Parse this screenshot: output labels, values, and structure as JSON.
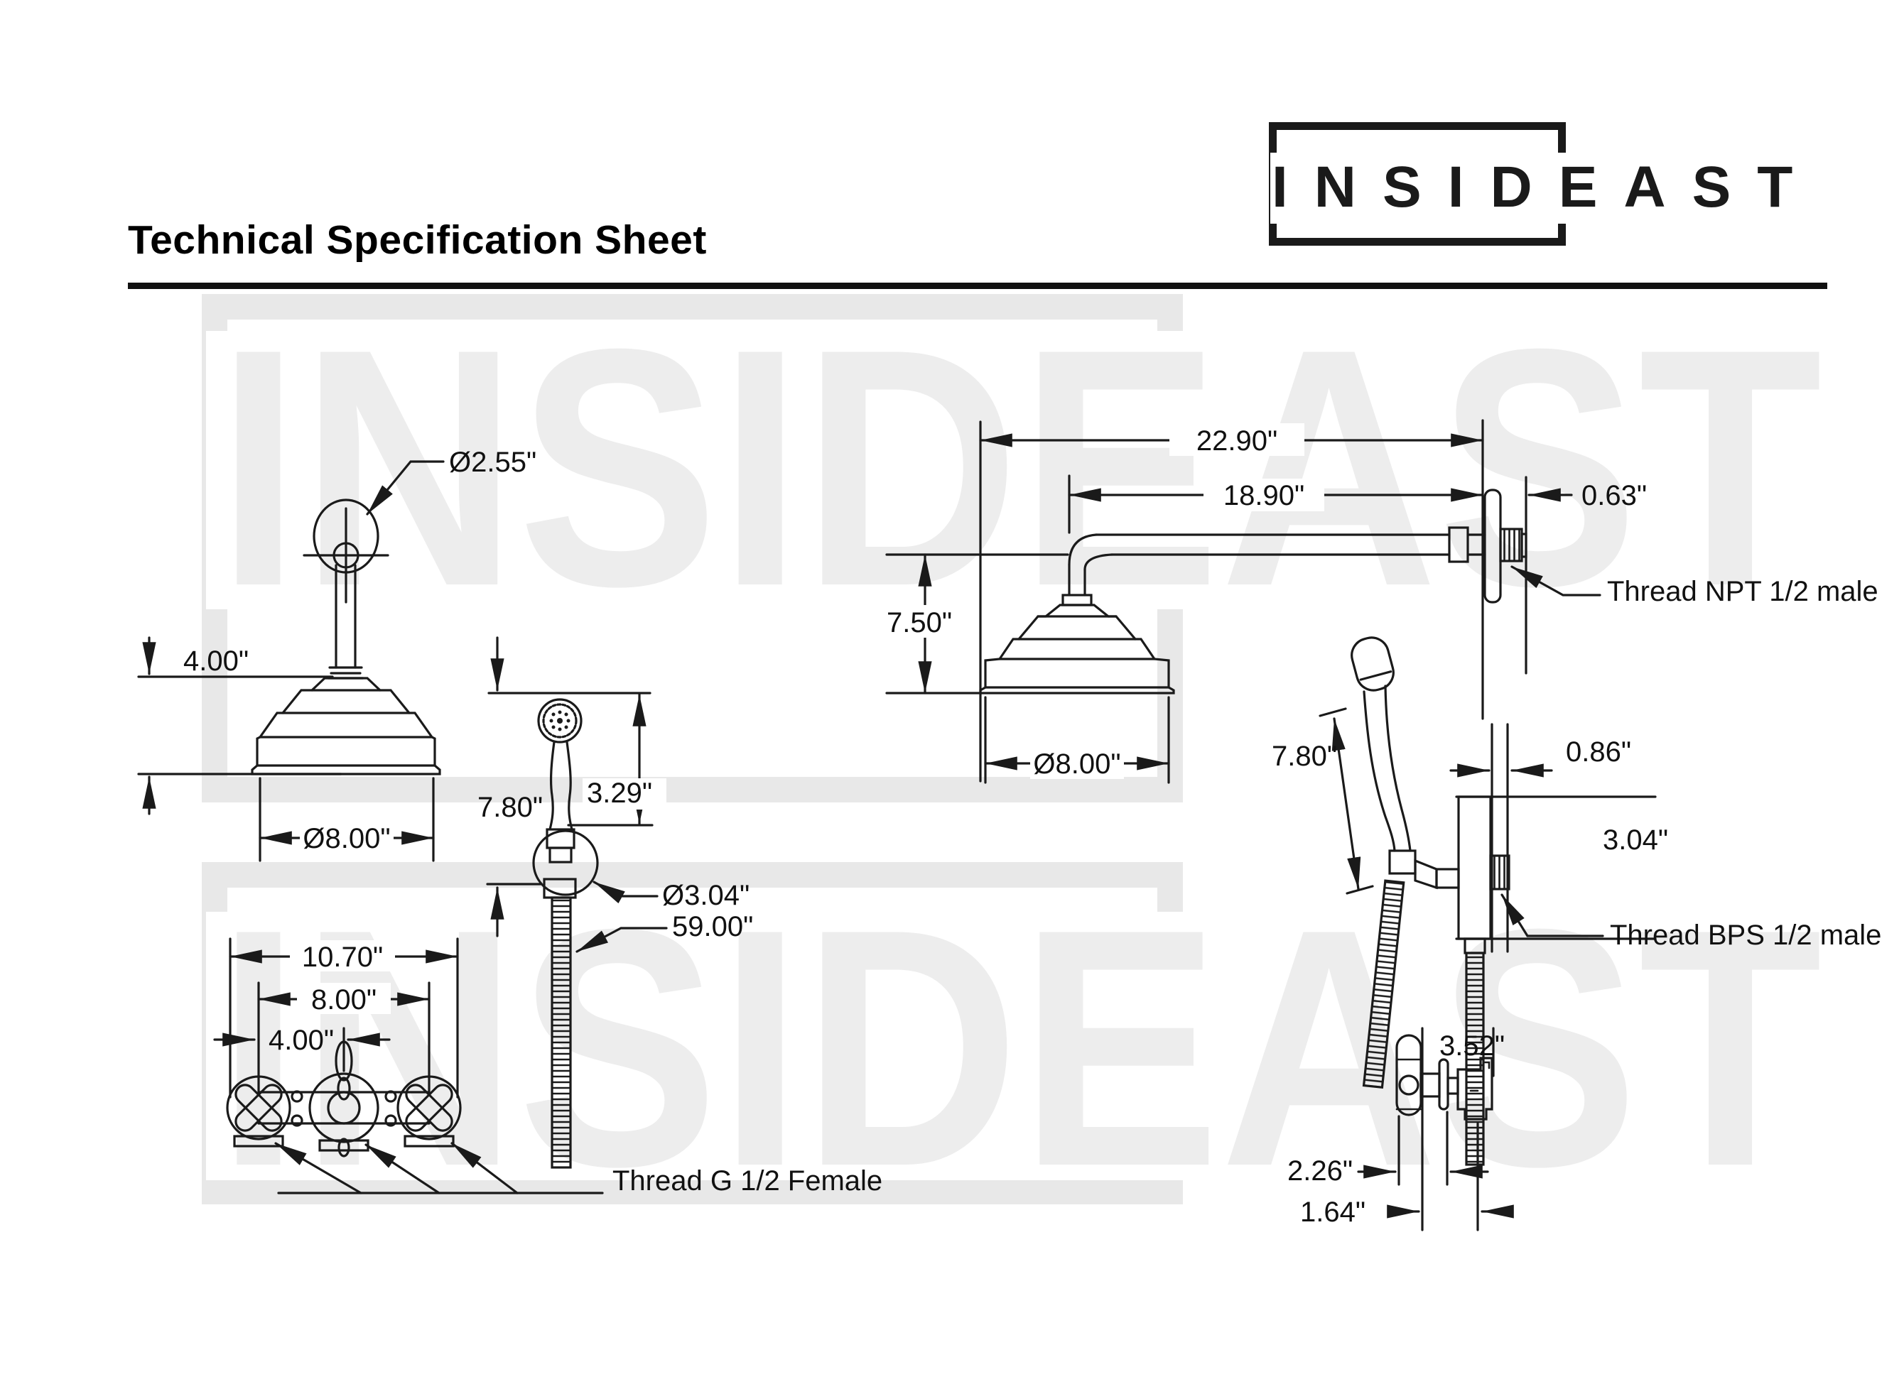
{
  "header": {
    "title": "Technical Specification Sheet",
    "brand": "INSIDEAST"
  },
  "watermark": {
    "text": "INSIDEAST"
  },
  "drawings": {
    "shower_head_front": {
      "flange_dia": "Ø2.55\"",
      "head_height": "4.00\"",
      "head_dia": "Ø8.00\""
    },
    "shower_arm_side": {
      "total_length": "22.90\"",
      "arm_length": "18.90\"",
      "wall_offset": "0.63\"",
      "drop_height": "7.50\"",
      "head_dia": "Ø8.00\"",
      "thread_note": "Thread NPT 1/2 male"
    },
    "hand_shower_front": {
      "length": "7.80\"",
      "handle_length": "3.29\"",
      "bracket_dia": "Ø3.04\"",
      "hose_length": "59.00\""
    },
    "hand_shower_side": {
      "length": "7.80\"",
      "wall_offset": "0.86\"",
      "bracket_height": "3.04\"",
      "thread_note": "Thread BPS 1/2 male"
    },
    "valve_front": {
      "total_width": "10.70\"",
      "center_distance": "8.00\"",
      "half_distance": "4.00\"",
      "thread_note": "Thread G 1/2 Female"
    },
    "valve_side": {
      "total_depth": "3.52\"",
      "handle_depth": "2.26\"",
      "body_depth": "1.64\""
    }
  }
}
